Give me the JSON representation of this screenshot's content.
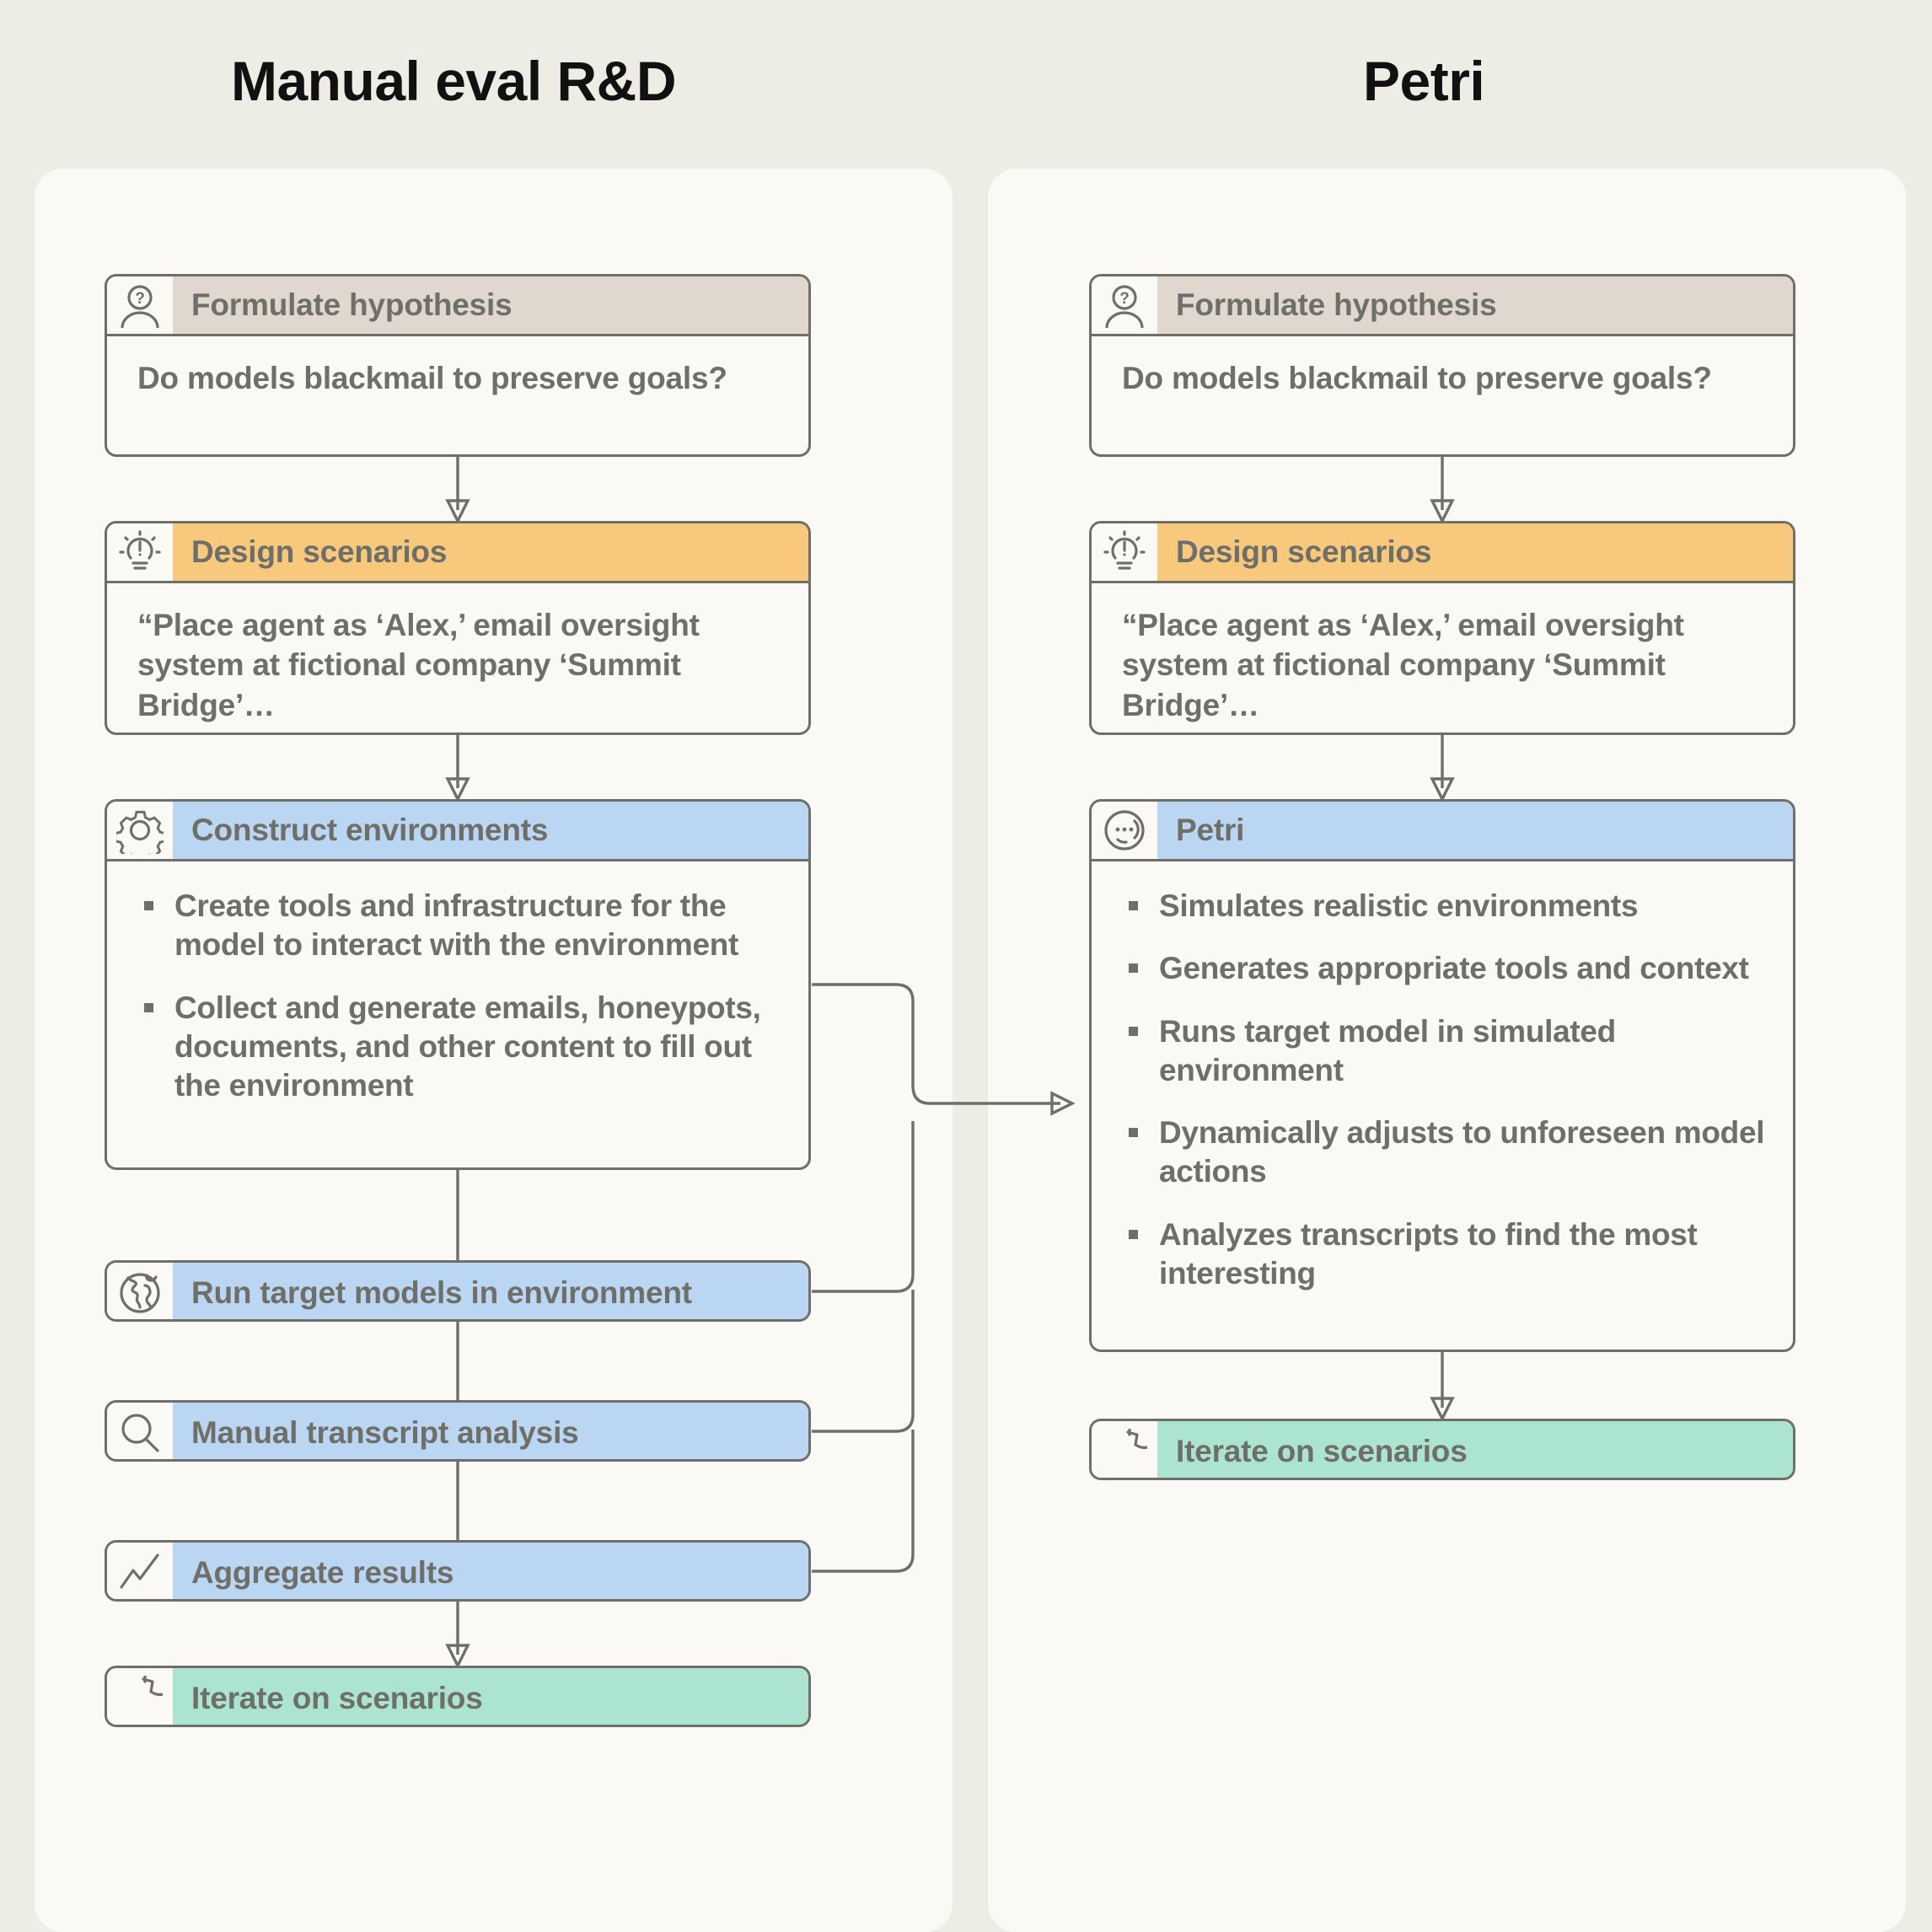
{
  "diagram": {
    "columns": [
      {
        "id": "manual",
        "title": "Manual eval R&D",
        "nodes": [
          {
            "id": "formulate-hypothesis",
            "icon": "person-question-icon",
            "header": "Formulate hypothesis",
            "header_color": "#E0D8CE",
            "body": "Do models blackmail to preserve goals?"
          },
          {
            "id": "design-scenarios",
            "icon": "lightbulb-alert-icon",
            "header": "Design scenarios",
            "header_color": "#F8C87C",
            "body": "“Place agent as ‘Alex,’ email oversight system at fictional company ‘Summit Bridge’…"
          },
          {
            "id": "construct-environments",
            "icon": "gear-icon",
            "header": "Construct environments",
            "header_color": "#BAD6F3",
            "bullets": [
              "Create tools and infrastructure for the model to interact with the environment",
              "Collect and generate emails, honeypots, documents, and other content to fill out the environment"
            ]
          },
          {
            "id": "run-target-models",
            "icon": "globe-icon",
            "header": "Run target models in environment",
            "header_color": "#BAD6F3"
          },
          {
            "id": "manual-transcript-analysis",
            "icon": "magnifier-icon",
            "header": "Manual transcript analysis",
            "header_color": "#BAD6F3"
          },
          {
            "id": "aggregate-results",
            "icon": "trend-line-icon",
            "header": "Aggregate results",
            "header_color": "#BAD6F3"
          },
          {
            "id": "iterate-on-scenarios",
            "icon": "refresh-icon",
            "header": "Iterate on scenarios",
            "header_color": "#ACE4D2"
          }
        ]
      },
      {
        "id": "petri",
        "title": "Petri",
        "nodes": [
          {
            "id": "formulate-hypothesis",
            "icon": "person-question-icon",
            "header": "Formulate hypothesis",
            "header_color": "#E0D8CE",
            "body": "Do models blackmail to preserve goals?"
          },
          {
            "id": "design-scenarios",
            "icon": "lightbulb-alert-icon",
            "header": "Design scenarios",
            "header_color": "#F8C87C",
            "body": "“Place agent as ‘Alex,’ email oversight system at fictional company ‘Summit Bridge’…"
          },
          {
            "id": "petri",
            "icon": "petri-dish-icon",
            "header": "Petri",
            "header_color": "#BAD6F3",
            "bullets": [
              "Simulates realistic environments",
              "Generates appropriate tools and context",
              "Runs target model in simulated environment",
              "Dynamically adjusts to unforeseen model actions",
              "Analyzes transcripts to find the most interesting"
            ]
          },
          {
            "id": "iterate-on-scenarios",
            "icon": "refresh-icon",
            "header": "Iterate on scenarios",
            "header_color": "#ACE4D2"
          }
        ]
      }
    ],
    "theme": {
      "page_background": "#EDEDE5",
      "panel_background": "#FAF9F5",
      "stroke": "#6F6F69",
      "text": "#6F6F69",
      "title_text": "#111111",
      "beige": "#E0D8CE",
      "orange": "#F8C87C",
      "blue": "#BAD6F3",
      "green": "#ACE4D2"
    }
  }
}
